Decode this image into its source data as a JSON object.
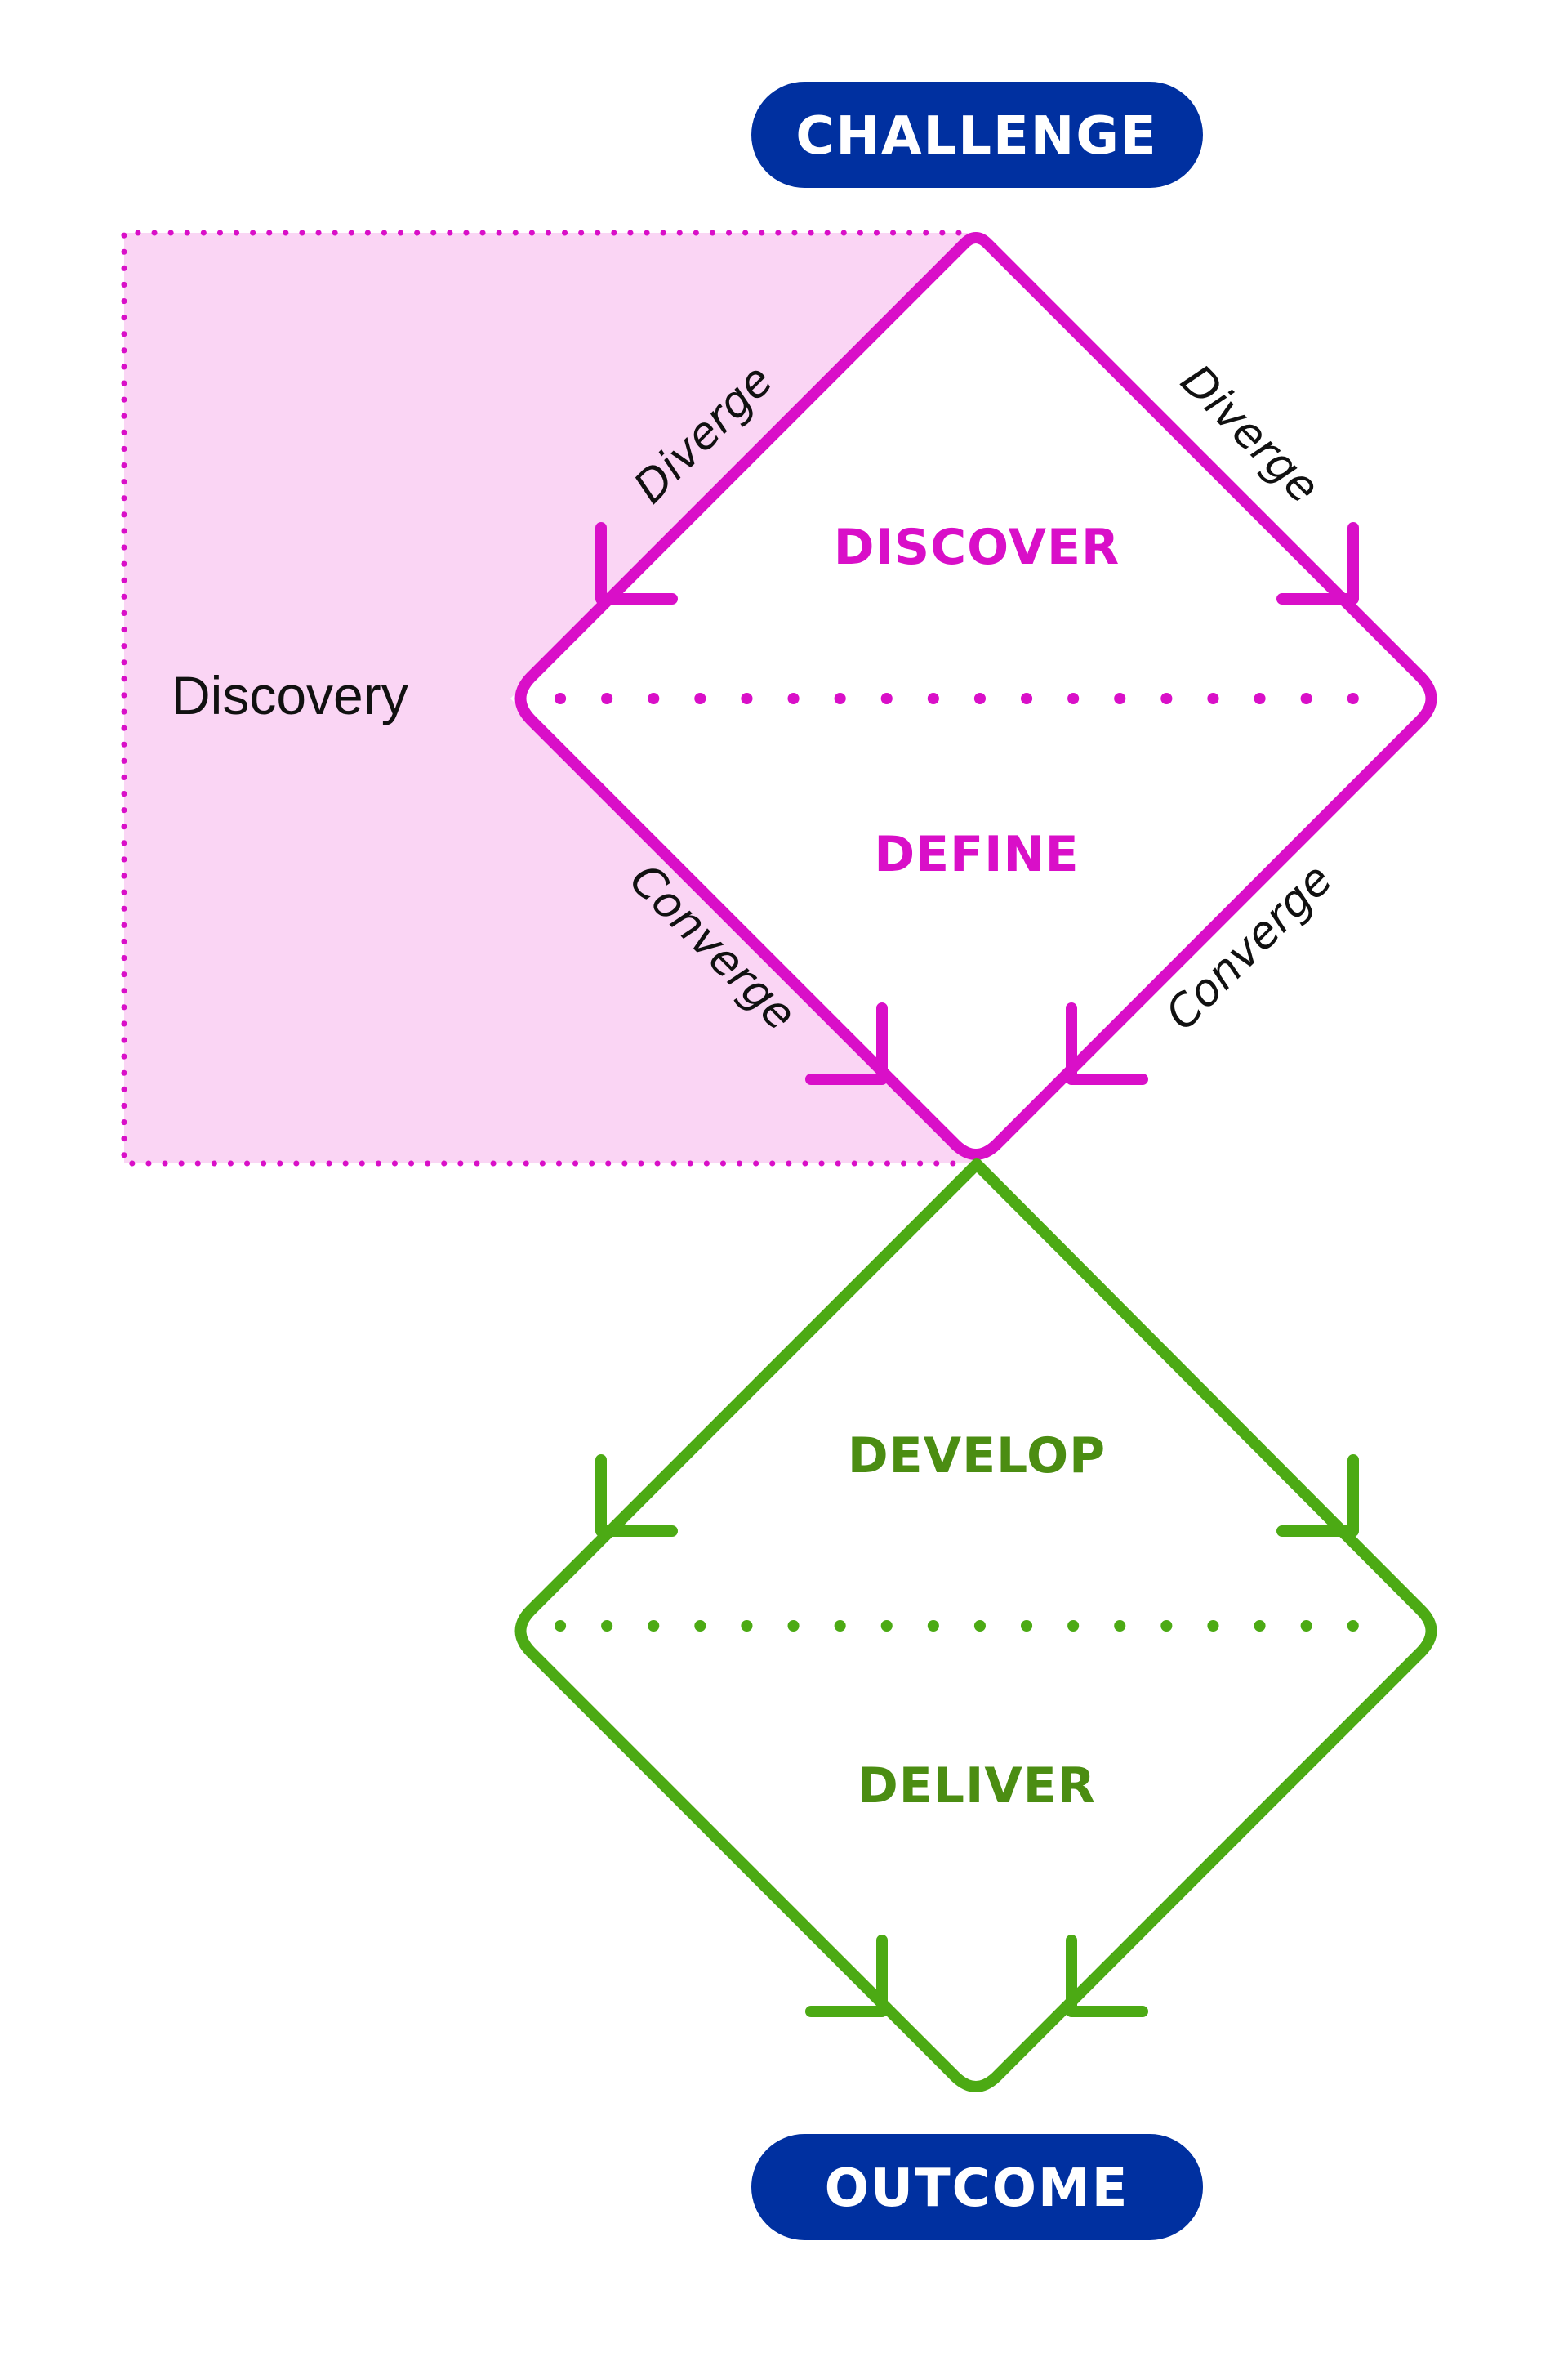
{
  "labels": {
    "challenge": "CHALLENGE",
    "outcome": "OUTCOME",
    "discover": "DISCOVER",
    "define": "DEFINE",
    "develop": "DEVELOP",
    "deliver": "DELIVER",
    "discovery": "Discovery",
    "diverge_left": "Diverge",
    "diverge_right": "Diverge",
    "converge_left": "Converge",
    "converge_right": "Converge"
  },
  "colors": {
    "magenta": "#d90fc8",
    "magenta_fill": "#fad5f4",
    "green": "#4caa14",
    "green_text": "#4b8d12",
    "navy": "#0030a0",
    "text": "#111111",
    "background": "#ffffff"
  },
  "icons": {
    "arrowhead": "chevron-arrow-icon"
  }
}
